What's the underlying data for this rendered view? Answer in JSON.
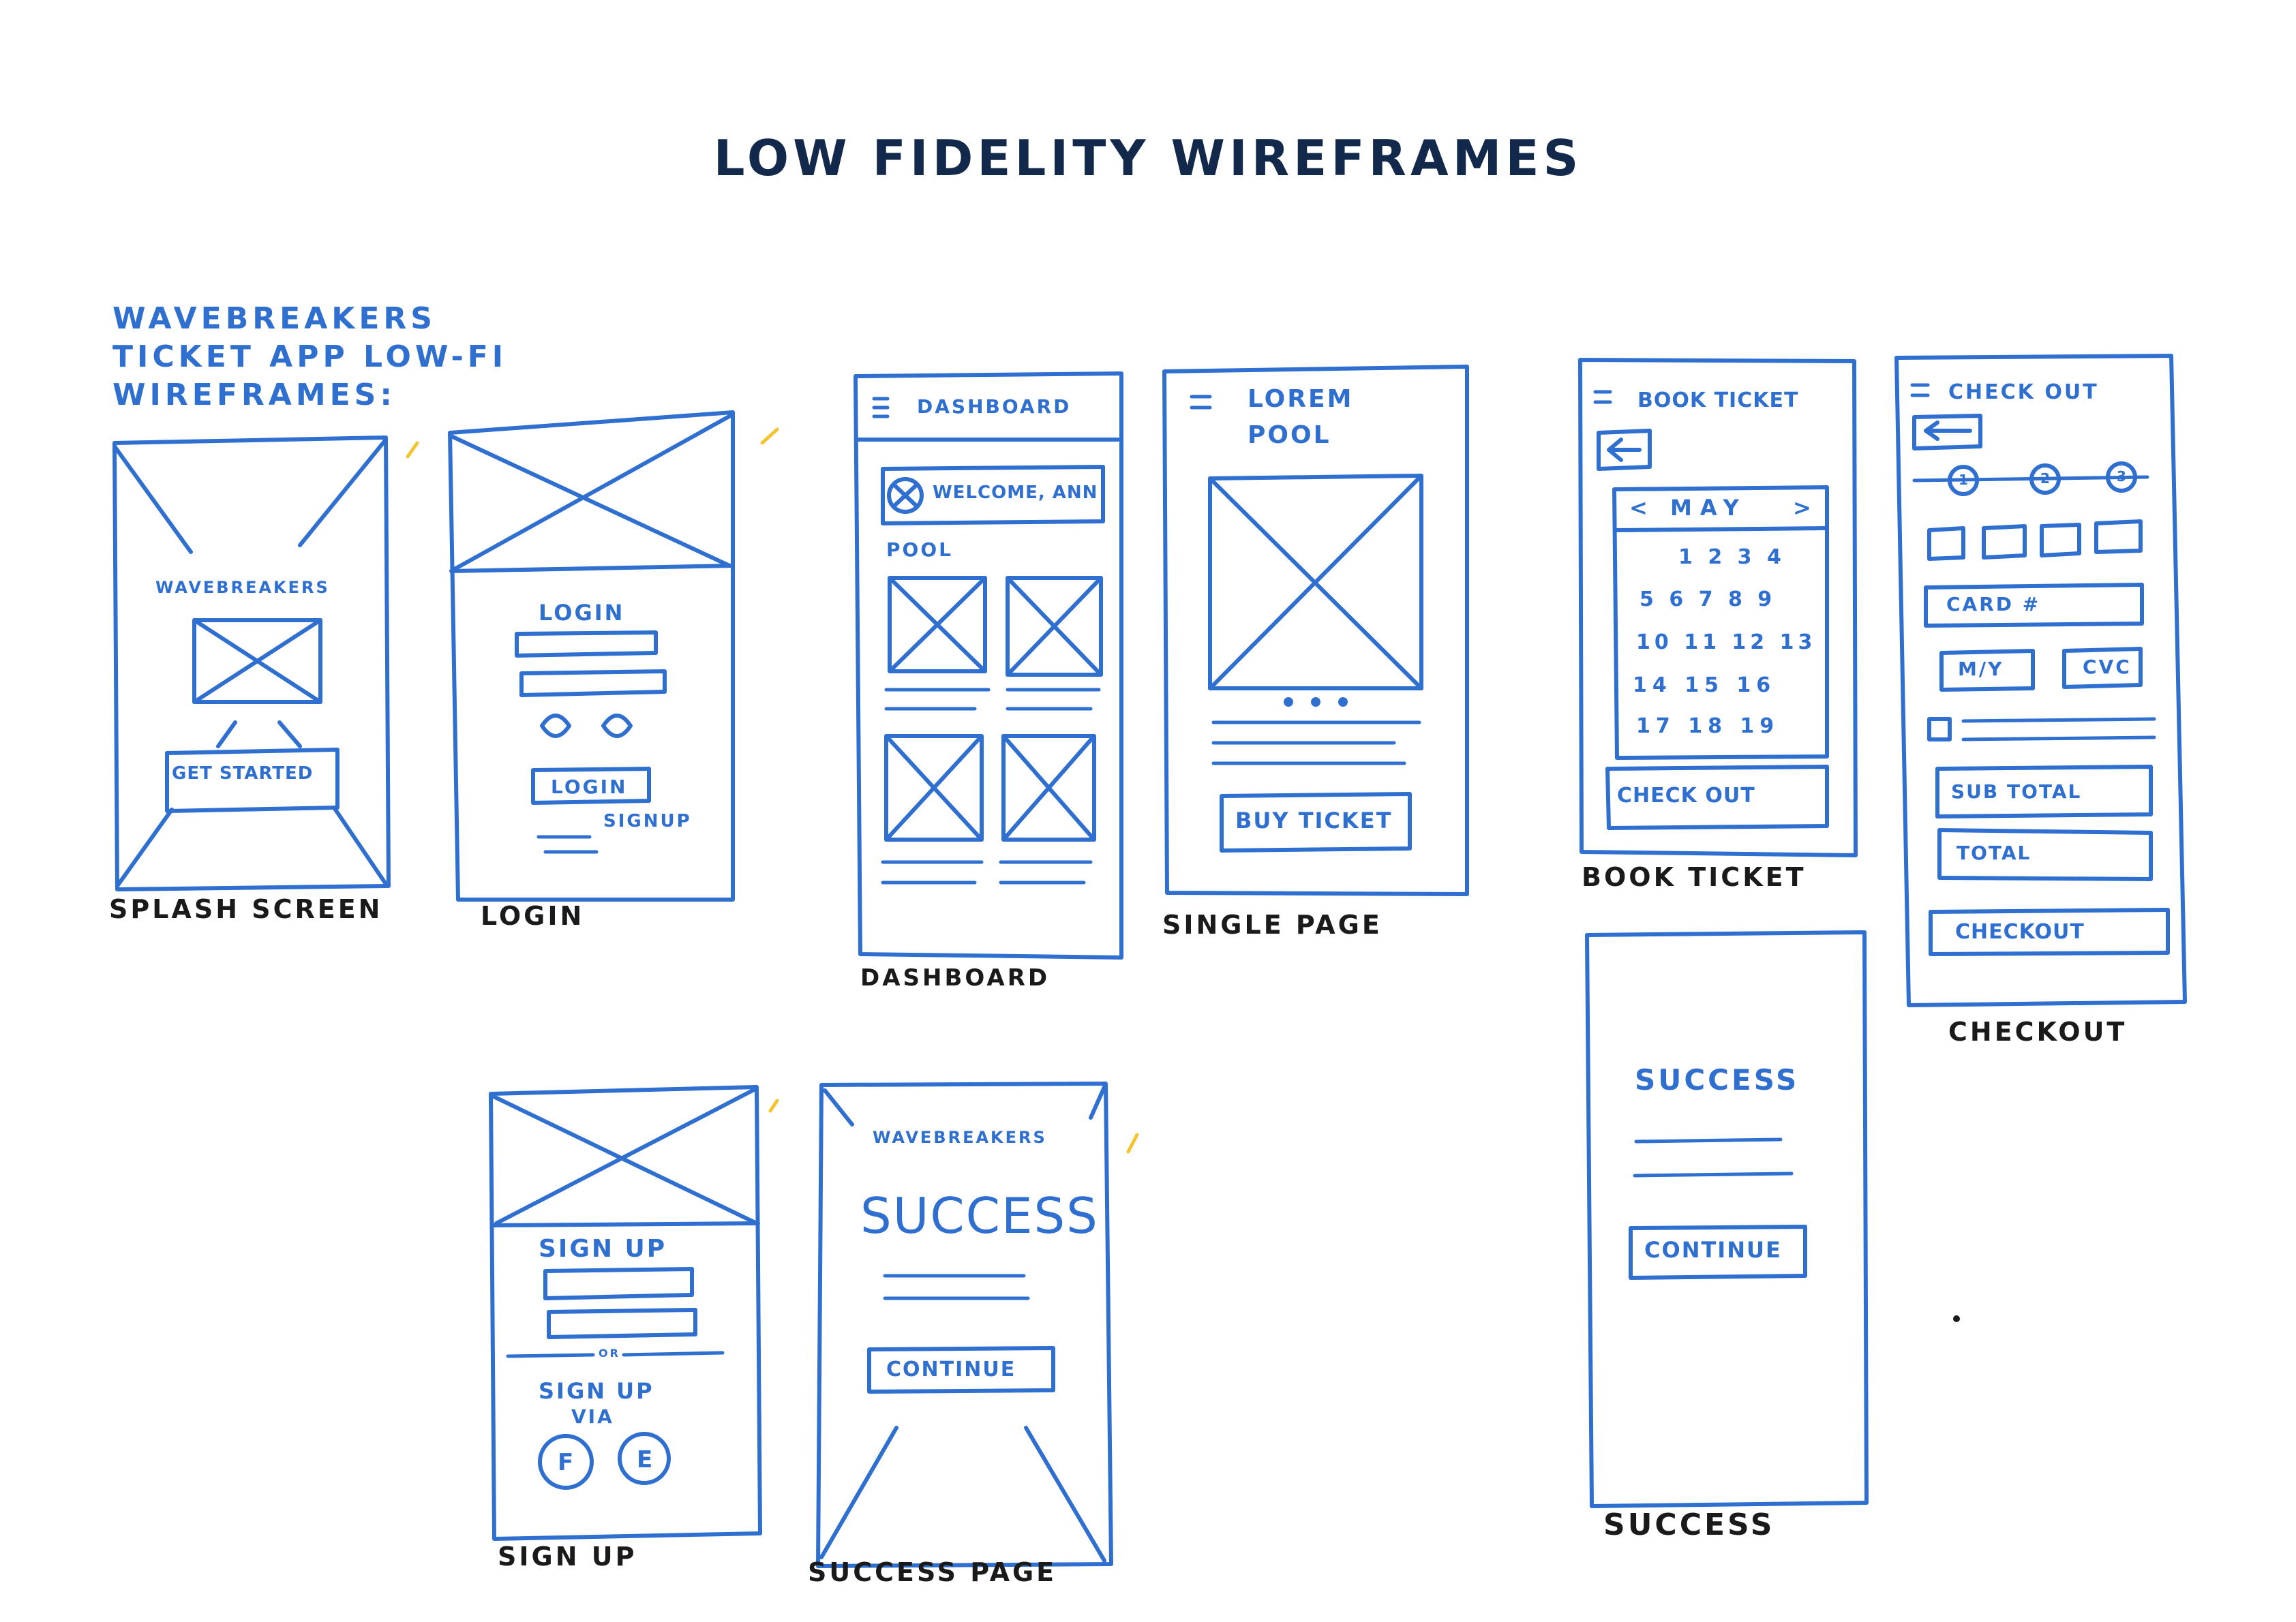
{
  "title": "LOW FIDELITY WIREFRAMES",
  "intro": [
    "WAVEBREAKERS",
    "TICKET APP LOW-FI",
    "WIREFRAMES:"
  ],
  "labels": {
    "splash": "SPLASH SCREEN",
    "login": "LOGIN",
    "dashboard": "DASHBOARD",
    "single": "SINGLE PAGE",
    "book": "BOOK TICKET",
    "checkout": "CHECKOUT",
    "signup": "SIGN UP",
    "successpage": "SUCCESS PAGE",
    "success": "SUCCESS"
  },
  "splash": {
    "brand": "WAVEBREAKERS",
    "button": "GET STARTED"
  },
  "login": {
    "heading": "LOGIN",
    "button": "LOGIN",
    "link": "SIGNUP"
  },
  "dashboard": {
    "header": "DASHBOARD",
    "greeting": "WELCOME, ANN",
    "section": "POOL"
  },
  "single": {
    "header_line1": "LOREM",
    "header_line2": "POOL",
    "button": "BUY TICKET"
  },
  "book": {
    "header": "BOOK TICKET",
    "month": "MAY",
    "rows": [
      "1 2 3 4",
      "5 6 7 8 9",
      "10 11 12 13",
      "14 15 16",
      "17 18 19"
    ],
    "button": "CHECK OUT"
  },
  "checkout": {
    "header": "CHECK OUT",
    "steps": [
      "1",
      "2",
      "3"
    ],
    "card": "CARD #",
    "expiry": "M/Y",
    "cvc": "CVC",
    "subtotal": "SUB TOTAL",
    "total": "TOTAL",
    "button": "CHECKOUT"
  },
  "signup": {
    "heading": "SIGN UP",
    "or": "OR",
    "via_line1": "SIGN UP",
    "via_line2": "VIA",
    "social": [
      "F",
      "E"
    ]
  },
  "successpage": {
    "brand": "WAVEBREAKERS",
    "heading": "SUCCESS",
    "button": "CONTINUE"
  },
  "success": {
    "heading": "SUCCESS",
    "button": "CONTINUE"
  }
}
